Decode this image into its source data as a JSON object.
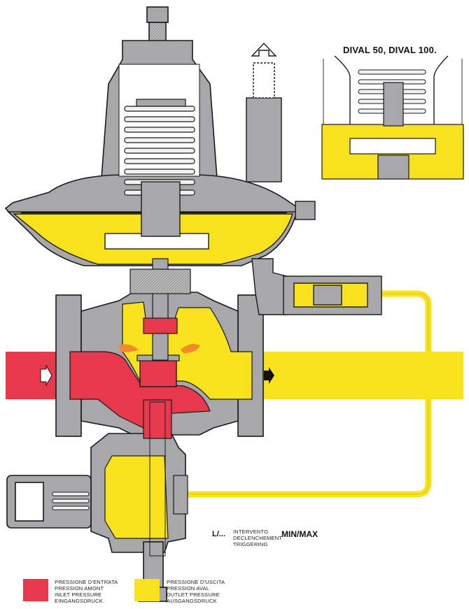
{
  "inset": {
    "title": "DIVAL 50, DIVAL 100."
  },
  "trigger": {
    "code": "L/...",
    "lines": [
      "INTERVENTO",
      "DECLENCHEMENT",
      "TRIGGERING"
    ],
    "range": "MIN/MAX"
  },
  "legend": {
    "inlet": {
      "color": "#e8384b",
      "lines": [
        "PRESSIONE D'ENTRATA",
        "PRESSION AMONT",
        "INLET PRESSURE",
        "EINGANGSDRUCK"
      ]
    },
    "outlet": {
      "color": "#f7e21d",
      "lines": [
        "PRESSIONE D'USCITA",
        "PRESSION AVAL",
        "OUTLET PRESSURE",
        "AUSGANGSDRUCK"
      ]
    }
  },
  "colors": {
    "body": "#a8a8aa",
    "outline": "#1a1a1a",
    "inlet": "#e8384b",
    "outlet": "#f7e21d"
  }
}
